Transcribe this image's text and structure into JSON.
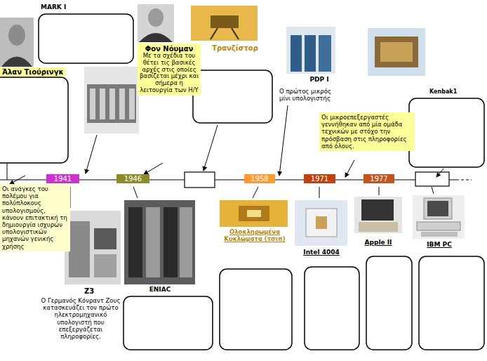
{
  "diagram": {
    "nodes": [
      {
        "text": [
          "Άλαν Τιούρινγκ"
        ]
      },
      {
        "text": [
          "Φον Νόυμαν",
          "Με τα σχέδια του θέτει τις βασικές αρχές στις οποίες βασίζεται μέχρι και σήμερα η λειτουργία των Η/Υ"
        ]
      },
      {
        "text": [
          "Οι ανάγκες του πολέμου για πολύπλοκους υπολογισμούς, κάνουν επιτακτική τη δημιουργία ισχυρών υπολογιστικών μηχανών γενικής χρήσης"
        ]
      },
      {
        "text": [
          "1941"
        ]
      },
      {
        "text": [
          "1946"
        ]
      },
      {
        "text": [
          "1958"
        ]
      },
      {
        "text": [
          "1971"
        ]
      },
      {
        "text": [
          "1977"
        ]
      },
      {
        "text": [
          "Οι μικροεπεξεργαστές γεννήθηκαν από μία ομάδα τεχνικών με στόχο την πρόσβαση στις πληροφορίες από όλους."
        ]
      }
    ],
    "labels": [
      "MARK I",
      "Τρανζίστορ",
      "PDP I",
      "Ο πρώτος μικρός μίνι υπολογιστής",
      "Kenbak1",
      "Z3",
      "Ο Γερμανός Κόνραντ Ζους κατασκευάζει τον πρώτο ηλεκτρομηχανικό υπολογιστή που επεξεργάζεται πληροφορίες.",
      "ENIAC",
      "Ολοκληρωμένα Κυκλώματα (τσιπ)",
      "Intel 4004",
      "Apple II",
      "IBM PC"
    ]
  }
}
